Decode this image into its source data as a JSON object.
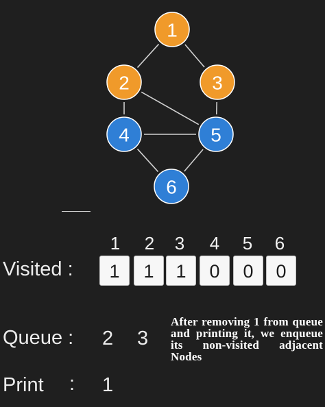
{
  "graph": {
    "nodes": [
      {
        "label": "1",
        "state": "visited",
        "color": "#f09a2a"
      },
      {
        "label": "2",
        "state": "visited",
        "color": "#f09a2a"
      },
      {
        "label": "3",
        "state": "visited",
        "color": "#f09a2a"
      },
      {
        "label": "4",
        "state": "unvisited",
        "color": "#2f7fd6"
      },
      {
        "label": "5",
        "state": "unvisited",
        "color": "#2f7fd6"
      },
      {
        "label": "6",
        "state": "unvisited",
        "color": "#2f7fd6"
      }
    ],
    "edges": [
      [
        "1",
        "2"
      ],
      [
        "1",
        "3"
      ],
      [
        "2",
        "4"
      ],
      [
        "2",
        "5"
      ],
      [
        "3",
        "5"
      ],
      [
        "4",
        "5"
      ],
      [
        "4",
        "6"
      ],
      [
        "5",
        "6"
      ]
    ]
  },
  "visited": {
    "label": "Visited :",
    "indices": [
      "1",
      "2",
      "3",
      "4",
      "5",
      "6"
    ],
    "values": [
      "1",
      "1",
      "1",
      "0",
      "0",
      "0"
    ]
  },
  "queue": {
    "label": "Queue :",
    "items": [
      "2",
      "3"
    ]
  },
  "print": {
    "label": "Print",
    "colon": ":",
    "items": [
      "1"
    ]
  },
  "caption": "After removing 1 from queue and printing it, we enqueue its non-visited adjacent Nodes",
  "colors": {
    "background": "#1f1f1f",
    "visited_node": "#f09a2a",
    "unvisited_node": "#2f7fd6",
    "edge": "#d0d0d0"
  }
}
